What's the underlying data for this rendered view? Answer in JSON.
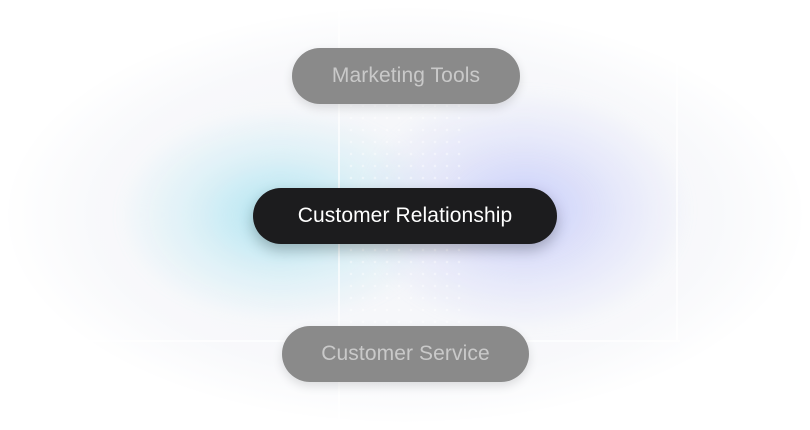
{
  "options": {
    "top_label": "Marketing Tools",
    "selected_label": "Customer Relationship",
    "bottom_label": "Customer Service"
  },
  "colors": {
    "muted_pill": "#8a8a8a",
    "muted_text": "#c9c9c9",
    "active_pill": "#1c1c1e",
    "active_text": "#ffffff"
  }
}
